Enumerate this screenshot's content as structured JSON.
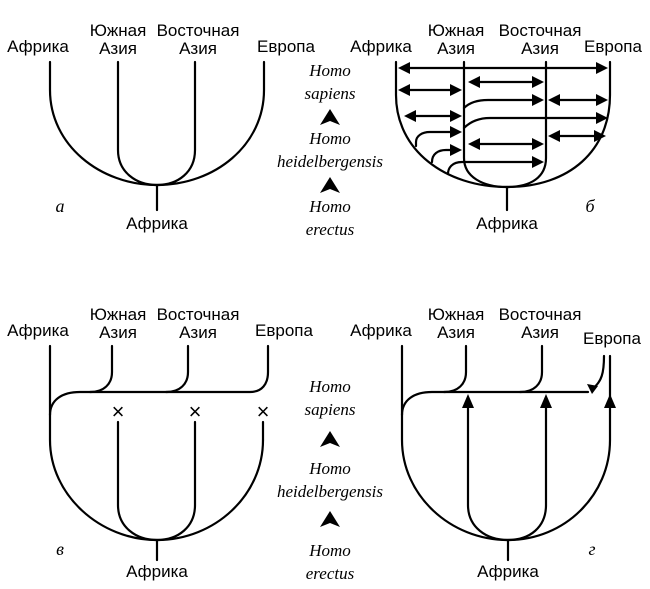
{
  "region_labels": {
    "africa": "Африка",
    "south_asia_line1": "Южная",
    "south_asia_line2": "Азия",
    "east_asia_line1": "Восточная",
    "east_asia_line2": "Азия",
    "europe": "Европа"
  },
  "root_label": "Африка",
  "panels": [
    {
      "id": "a",
      "letter": "а",
      "model": "single-origin branching"
    },
    {
      "id": "b",
      "letter": "б",
      "model": "trellis with gene flow between regions"
    },
    {
      "id": "v",
      "letter": "в",
      "model": "replacement with extinction of local lineages"
    },
    {
      "id": "g",
      "letter": "г",
      "model": "assimilation with admixture"
    }
  ],
  "species_sequence": [
    {
      "genus": "Homo",
      "species": "sapiens"
    },
    {
      "genus": "Homo",
      "species": "heidelbergensis"
    },
    {
      "genus": "Homo",
      "species": "erectus"
    }
  ],
  "extinction_marker": "×",
  "colors": {
    "line": "#000000",
    "background": "#ffffff"
  }
}
